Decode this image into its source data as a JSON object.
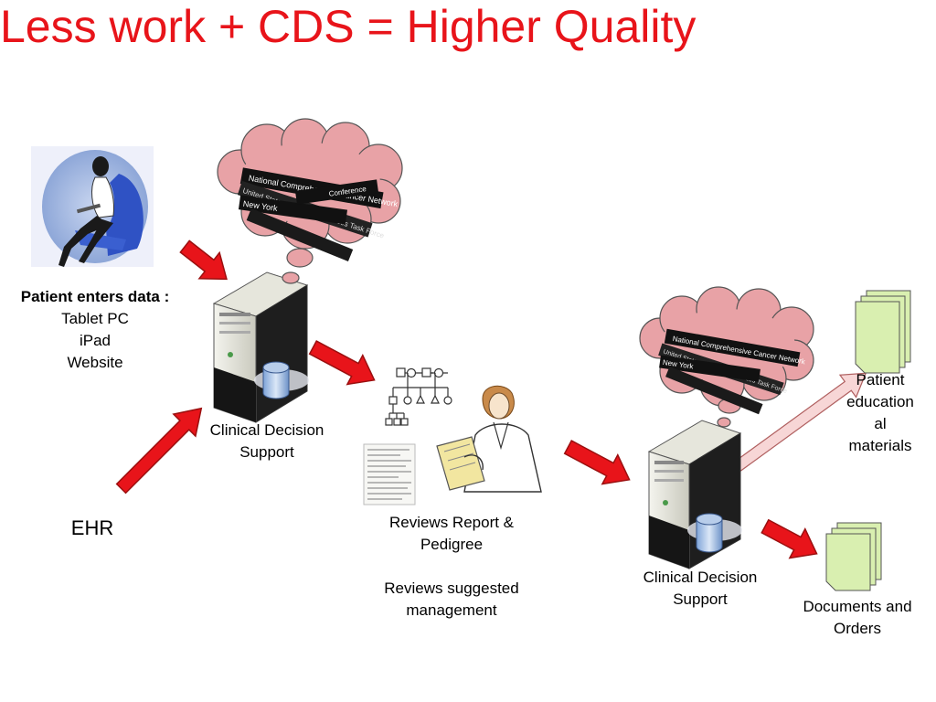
{
  "slide": {
    "title": "Less work + CDS = Higher Quality"
  },
  "patient": {
    "heading": "Patient enters data :",
    "lines": [
      "Tablet PC",
      "iPad",
      "Website"
    ]
  },
  "ehr": {
    "label": "EHR"
  },
  "cds1": {
    "lines": [
      "Clinical Decision",
      "Support"
    ]
  },
  "cds2": {
    "lines": [
      "Clinical Decision",
      "Support"
    ]
  },
  "clinician": {
    "line1": "Reviews Report &",
    "line2": "Pedigree",
    "line3": "Reviews suggested",
    "line4": "management"
  },
  "patient_materials": {
    "lines": [
      "Patient",
      "education",
      "al",
      "materials"
    ]
  },
  "documents": {
    "lines": [
      "Documents and",
      "Orders"
    ]
  },
  "guideline_strips": [
    "National Comprehensive Cancer Network",
    "United States Preventive Services Task Force",
    "New York",
    "Conference"
  ],
  "colors": {
    "title": "#e8141a",
    "arrow_red": "#e8141a",
    "arrow_pink": "#f7d6d6",
    "cloud_fill": "#e8a2a6",
    "doc_fill": "#d9efb0",
    "chair_blue": "#3a5fd0"
  }
}
